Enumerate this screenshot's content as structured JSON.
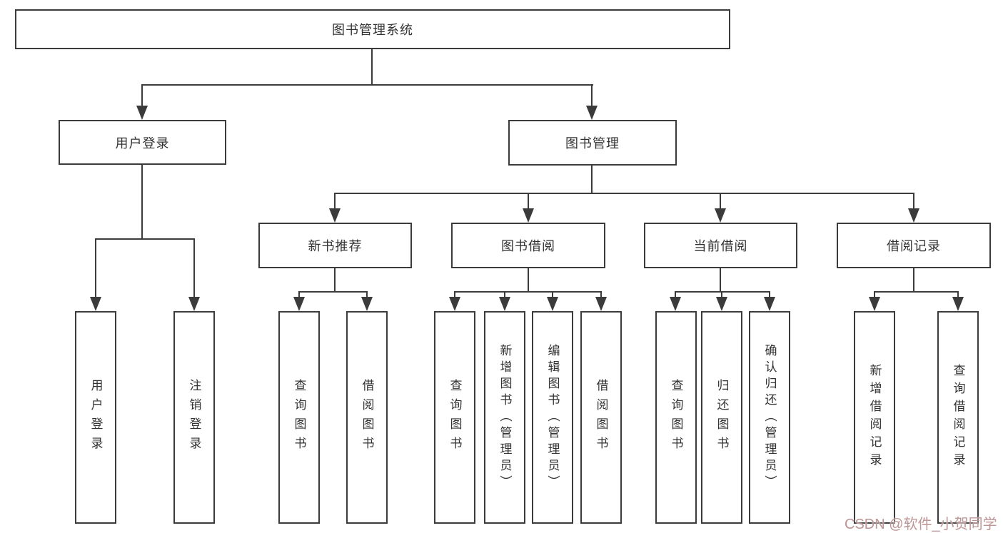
{
  "diagram_title": "图书管理系统",
  "tree": {
    "root": {
      "label": "图书管理系统"
    },
    "branches": [
      {
        "label": "用户登录",
        "children": [
          {
            "label": "用户登录"
          },
          {
            "label": "注销登录"
          }
        ]
      },
      {
        "label": "图书管理",
        "children": [
          {
            "label": "新书推荐",
            "children": [
              {
                "label": "查询图书"
              },
              {
                "label": "借阅图书"
              }
            ]
          },
          {
            "label": "图书借阅",
            "children": [
              {
                "label": "查询图书"
              },
              {
                "label": "新增图书（管理员）"
              },
              {
                "label": "编辑图书（管理员）"
              },
              {
                "label": "借阅图书"
              }
            ]
          },
          {
            "label": "当前借阅",
            "children": [
              {
                "label": "查询图书"
              },
              {
                "label": "归还图书"
              },
              {
                "label": "确认归还（管理员）"
              }
            ]
          },
          {
            "label": "借阅记录",
            "children": [
              {
                "label": "新增借阅记录"
              },
              {
                "label": "查询借阅记录"
              }
            ]
          }
        ]
      }
    ]
  },
  "watermark": {
    "text": "CSDN @软件_小贺同学",
    "color": "#bd9595"
  },
  "colors": {
    "line": "#3b3b3b",
    "box_border": "#3b3b3b",
    "text": "#333333",
    "background": "#ffffff"
  }
}
